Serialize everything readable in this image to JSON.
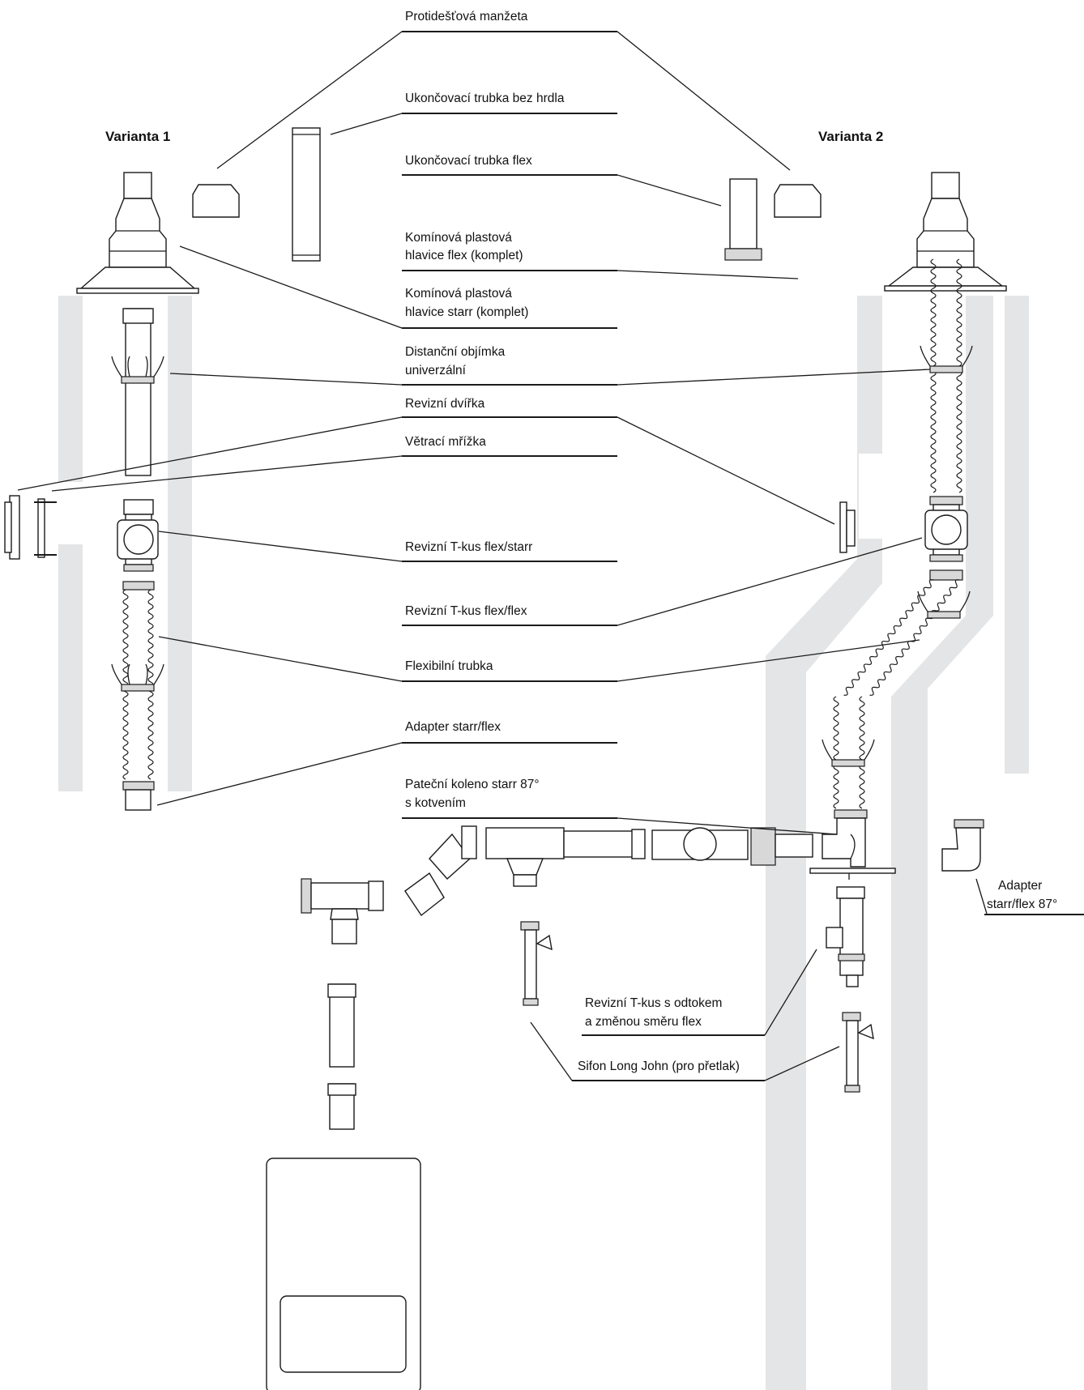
{
  "headers": {
    "variant1": "Varianta 1",
    "variant2": "Varianta 2"
  },
  "labels": {
    "rain_collar": "Protidešťová manžeta",
    "end_pipe_no_socket": "Ukončovací trubka bez hrdla",
    "end_pipe_flex": "Ukončovací trubka flex",
    "chimney_head_flex_1": "Komínová plastová",
    "chimney_head_flex_2": "hlavice flex (komplet)",
    "chimney_head_rigid_1": "Komínová plastová",
    "chimney_head_rigid_2": "hlavice starr (komplet)",
    "spacer_1": "Distanční objímka",
    "spacer_2": "univerzální",
    "inspection_door": "Revizní dvířka",
    "vent_grille": "Větrací mřížka",
    "tee_flex_rigid": "Revizní T-kus flex/starr",
    "tee_flex_flex": "Revizní T-kus flex/flex",
    "flexible_pipe": "Flexibilní trubka",
    "adapter_rigid_flex": "Adapter starr/flex",
    "base_bend_1": "Pateční koleno starr 87°",
    "base_bend_2": "s kotvením",
    "adapter_87_1": "Adapter",
    "adapter_87_2": "starr/flex 87°",
    "drain_tee_1": "Revizní T-kus s odtokem",
    "drain_tee_2": "a změnou směru flex",
    "siphon": "Sifon Long John (pro přetlak)"
  }
}
